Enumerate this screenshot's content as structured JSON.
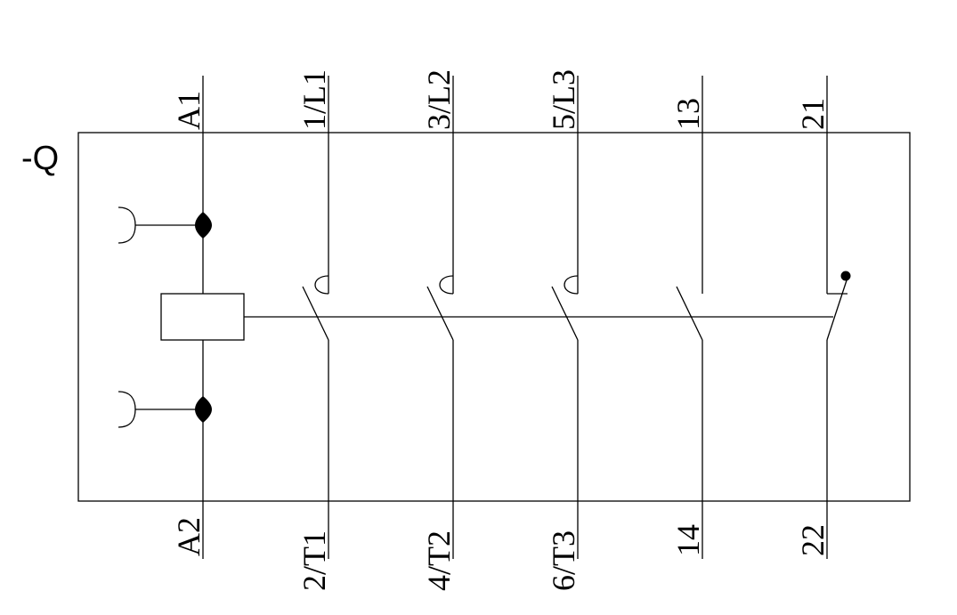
{
  "device_label": "-Q",
  "terminals_top": [
    "A1",
    "1/L1",
    "3/L2",
    "5/L3",
    "13",
    "21"
  ],
  "terminals_bottom": [
    "A2",
    "2/T1",
    "4/T2",
    "6/T3",
    "14",
    "22"
  ],
  "colors": {
    "line": "#000000",
    "background": "#ffffff"
  }
}
